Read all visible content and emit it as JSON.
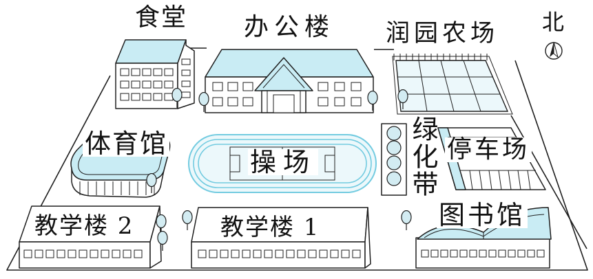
{
  "map": {
    "compass": {
      "label": "北",
      "icon": "north-arrow-icon"
    },
    "labels": {
      "canteen": "食堂",
      "office_building": "办公楼",
      "farm": "润园农场",
      "gymnasium": "体育馆",
      "playground": "操场",
      "green_belt": "绿化带",
      "parking_lot": "停车场",
      "teaching_building_2": "教学楼 2",
      "teaching_building_1": "教学楼 1",
      "library": "图书馆"
    },
    "tree_icon": "tree-icon",
    "colors": {
      "line": "#1e1e1e",
      "roof": "#c9ecf4",
      "track": "#72cbe0",
      "field": "#ecf8fb",
      "tree": "#d3ecf2"
    }
  }
}
